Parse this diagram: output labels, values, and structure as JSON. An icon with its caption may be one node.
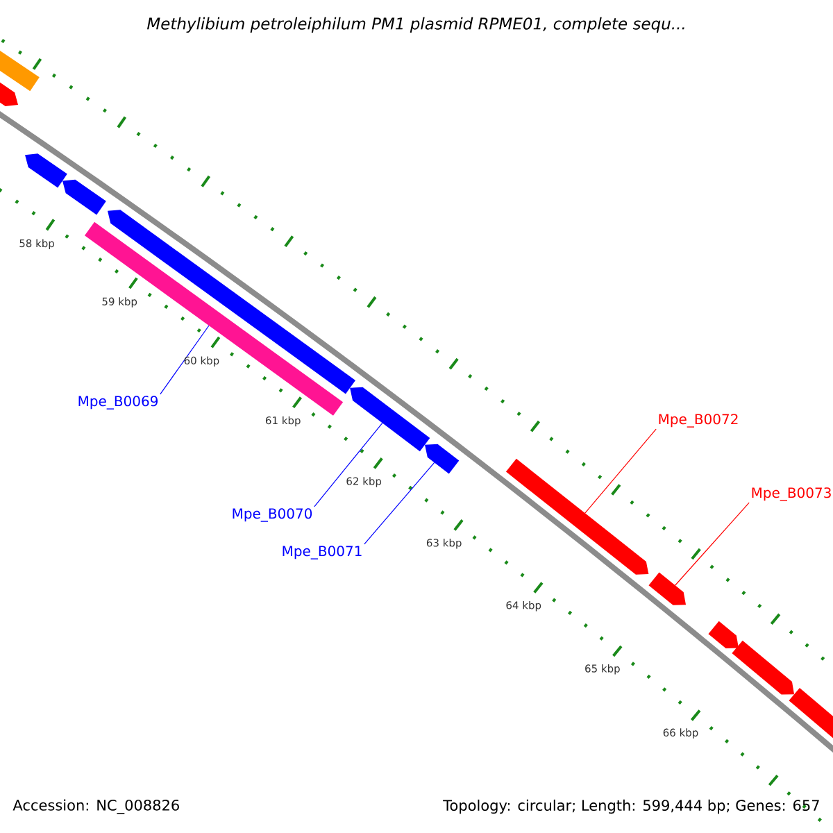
{
  "diagram": {
    "title": "Methylibium petroleiphilum PM1 plasmid RPME01, complete sequ...",
    "nodes": [
      {
        "text": [],
        "shape": "pentagon"
      },
      {
        "text": [],
        "shape": "pentagon"
      },
      {
        "text": [],
        "shape": "pentagon"
      },
      {
        "text": [],
        "shape": "pentagon"
      },
      {
        "text": [],
        "shape": "pentagon"
      },
      {
        "text": [],
        "shape": "bar"
      },
      {
        "text": [
          "Mpe_B0069"
        ]
      },
      {
        "text": [],
        "shape": "pentagon"
      },
      {
        "text": [
          "Mpe_B0070"
        ]
      },
      {
        "text": [],
        "shape": "pentagon"
      },
      {
        "text": [
          "Mpe_B0071"
        ]
      },
      {
        "text": [],
        "shape": "pentagon"
      },
      {
        "text": [
          "Mpe_B0072"
        ]
      },
      {
        "text": [],
        "shape": "pentagon"
      },
      {
        "text": [
          "Mpe_B0073"
        ]
      },
      {
        "text": [],
        "shape": "pentagon"
      },
      {
        "text": [],
        "shape": "pentagon"
      },
      {
        "text": [],
        "shape": "pentagon"
      }
    ],
    "edges": [
      {
        "from": 6,
        "to": 5,
        "arrow": "none",
        "color": "#0000ff"
      },
      {
        "from": 8,
        "to": 7,
        "arrow": "none",
        "color": "#0000ff"
      },
      {
        "from": 10,
        "to": 9,
        "arrow": "none",
        "color": "#0000ff"
      },
      {
        "from": 12,
        "to": 11,
        "arrow": "none",
        "color": "#ff0000"
      },
      {
        "from": 14,
        "to": 13,
        "arrow": "none",
        "color": "#ff0000"
      }
    ],
    "labels": [
      "58 kbp",
      "59 kbp",
      "60 kbp",
      "61 kbp",
      "62 kbp",
      "63 kbp",
      "64 kbp",
      "65 kbp",
      "66 kbp",
      "Accession: NC_008826",
      "Topology: circular; Length: 599,444 bp; Genes: 657"
    ]
  }
}
